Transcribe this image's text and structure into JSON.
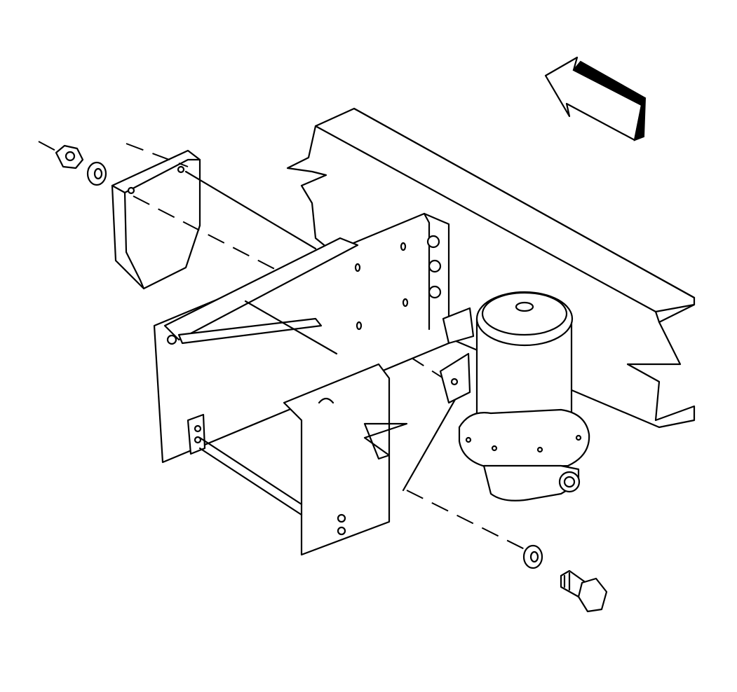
{
  "diagram": {
    "colors": {
      "line": "#000000",
      "background": "#ffffff"
    },
    "parts": [
      "direction-arrow",
      "frame-rail",
      "left-mounting-plate",
      "main-bracket",
      "lower-bracket",
      "air-dryer",
      "nut",
      "washer-upper",
      "washer-lower",
      "bolt"
    ]
  }
}
